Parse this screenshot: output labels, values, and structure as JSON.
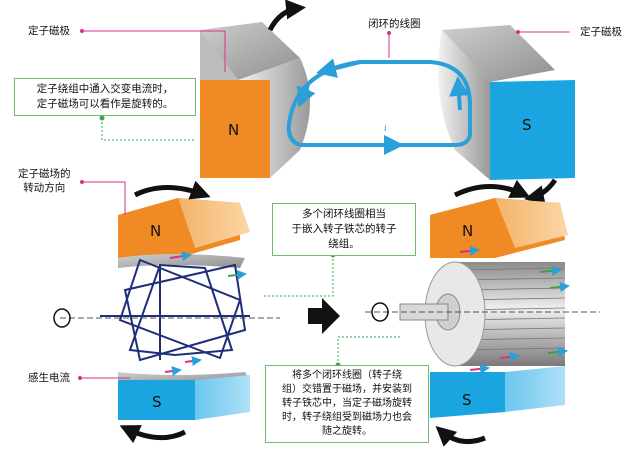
{
  "labels": {
    "stator_pole_left": "定子磁极",
    "stator_pole_right": "定子磁极",
    "closed_coil": "闭环的线圈",
    "stator_field_direction": "定子磁场的\n转动方向",
    "induced_current": "感生电流",
    "current_i": "i"
  },
  "notes": {
    "top": "定子绕组中通入交变电流时，\n定子磁场可以看作是旋转的。",
    "middle": "多个闭环线圈相当\n于嵌入转子铁芯的转子\n绕组。",
    "bottom": "将多个闭环线圈（转子绕\n组）交错置于磁场，并安装到\n转子铁芯中，当定子磁场旋转\n时，转子绕组受到磁场力也会\n随之旋转。"
  },
  "poles": {
    "top_left": "N",
    "top_right": "S",
    "bottom_left_top": "N",
    "bottom_left_bottom": "S",
    "bottom_right_top": "N",
    "bottom_right_bottom": "S"
  },
  "colors": {
    "north": "#f08a24",
    "south": "#1aa5e0",
    "coil": "#2a9fd8",
    "leader_pink": "#d6338a",
    "leader_green": "#3aa34a"
  }
}
